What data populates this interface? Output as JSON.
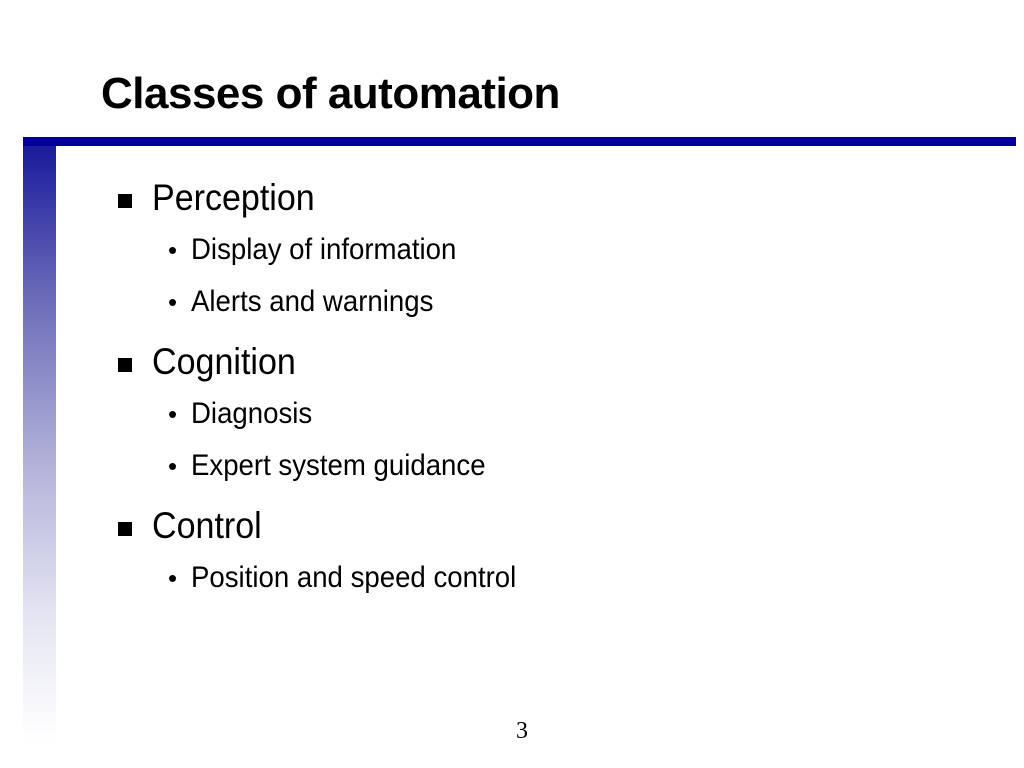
{
  "slide": {
    "title": "Classes of automation",
    "page_number": "3",
    "colors": {
      "accent": "#000099",
      "text": "#000000",
      "background": "#ffffff"
    },
    "sections": [
      {
        "heading": "Perception",
        "items": [
          "Display of information",
          "Alerts and warnings"
        ]
      },
      {
        "heading": "Cognition",
        "items": [
          "Diagnosis",
          "Expert system guidance"
        ]
      },
      {
        "heading": "Control",
        "items": [
          "Position and speed control"
        ]
      }
    ],
    "icons": {
      "level1_bullet": "square-bullet-icon",
      "level2_bullet": "round-bullet-icon"
    }
  }
}
